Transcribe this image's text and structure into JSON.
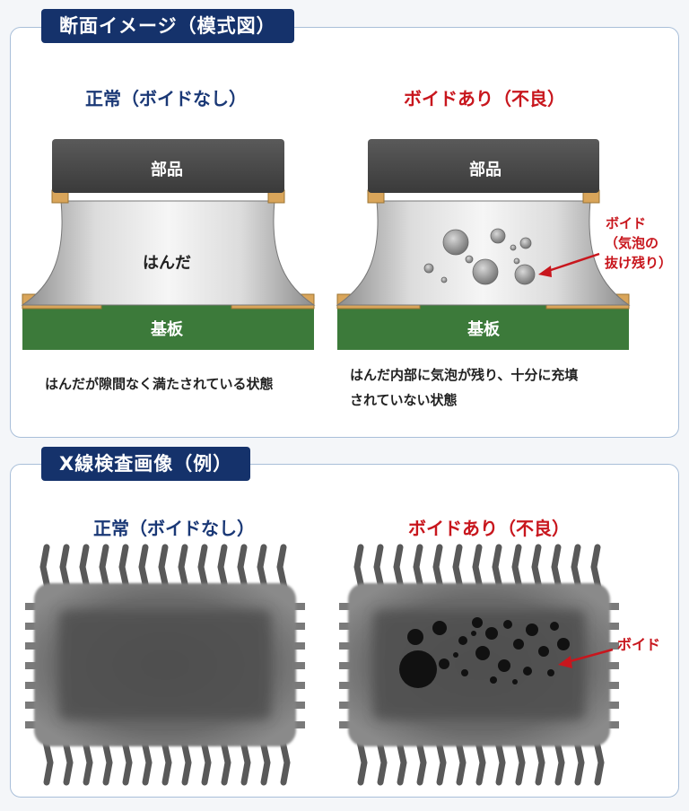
{
  "section1": {
    "title": "断面イメージ（模式図）",
    "normal_heading": "正常（ボイドなし）",
    "void_heading": "ボイドあり（不良）",
    "component_label": "部品",
    "solder_label": "はんだ",
    "substrate_label": "基板",
    "void_callout_1": "ボイド",
    "void_callout_2": "（気泡の",
    "void_callout_3": "抜け残り）",
    "normal_caption": "はんだが隙間なく満たされている状態",
    "void_caption_1": "はんだ内部に気泡が残り、十分に充填",
    "void_caption_2": "されていない状態"
  },
  "section2": {
    "title": "X線検査画像（例）",
    "normal_heading": "正常（ボイドなし）",
    "void_heading": "ボイドあり（不良）",
    "void_callout": "ボイド"
  },
  "colors": {
    "accent_navy": "#15326b",
    "heading_blue": "#1a3876",
    "defect_red": "#c8161d",
    "substrate_green": "#3c7a3a",
    "pad_gold": "#d9a55a",
    "component_dark": "#4a4a4a"
  }
}
